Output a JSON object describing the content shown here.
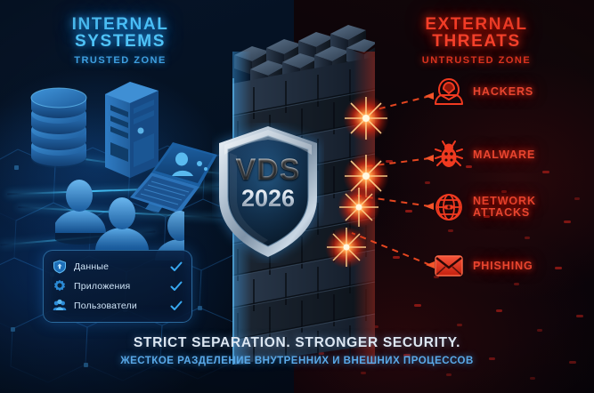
{
  "headers": {
    "internal": {
      "title": "INTERNAL SYSTEMS",
      "subtitle": "TRUSTED ZONE",
      "color": "#4fc3f7"
    },
    "external": {
      "title": "EXTERNAL THREATS",
      "subtitle": "UNTRUSTED ZONE",
      "color": "#f4402a"
    }
  },
  "shield": {
    "brand": "VDS",
    "year": "2026"
  },
  "internal_assets": [
    {
      "name": "database-stack",
      "label": "database"
    },
    {
      "name": "server-tower",
      "label": "server"
    },
    {
      "name": "laptop-user",
      "label": "laptop"
    },
    {
      "name": "user-avatar-front",
      "label": "user"
    },
    {
      "name": "user-avatar-back",
      "label": "user"
    }
  ],
  "threats": [
    {
      "id": "hackers",
      "label": "HACKERS",
      "icon": "hacker-hood-icon"
    },
    {
      "id": "malware",
      "label": "MALWARE",
      "icon": "bug-icon"
    },
    {
      "id": "network",
      "label": "NETWORK\nATTACKS",
      "icon": "globe-icon"
    },
    {
      "id": "phishing",
      "label": "PHISHING",
      "icon": "envelope-icon"
    }
  ],
  "checklist": {
    "items": [
      {
        "label": "Данные",
        "icon": "shield-check-icon",
        "checked": true
      },
      {
        "label": "Приложения",
        "icon": "gear-icon",
        "checked": true
      },
      {
        "label": "Пользователи",
        "icon": "users-icon",
        "checked": true
      }
    ]
  },
  "footer": {
    "line1": "STRICT SEPARATION. STRONGER SECURITY.",
    "line2": "ЖЕСТКОЕ РАЗДЕЛЕНИЕ ВНУТРЕННИХ И ВНЕШНИХ ПРОЦЕССОВ"
  },
  "colors": {
    "trusted_blue": "#4fc3f7",
    "untrusted_red": "#f4402a",
    "panel_border": "#46a5eb",
    "footer_primary": "#dde7f2",
    "footer_secondary": "#5aa9e8",
    "background_left": "#061428",
    "background_right": "#120609"
  }
}
